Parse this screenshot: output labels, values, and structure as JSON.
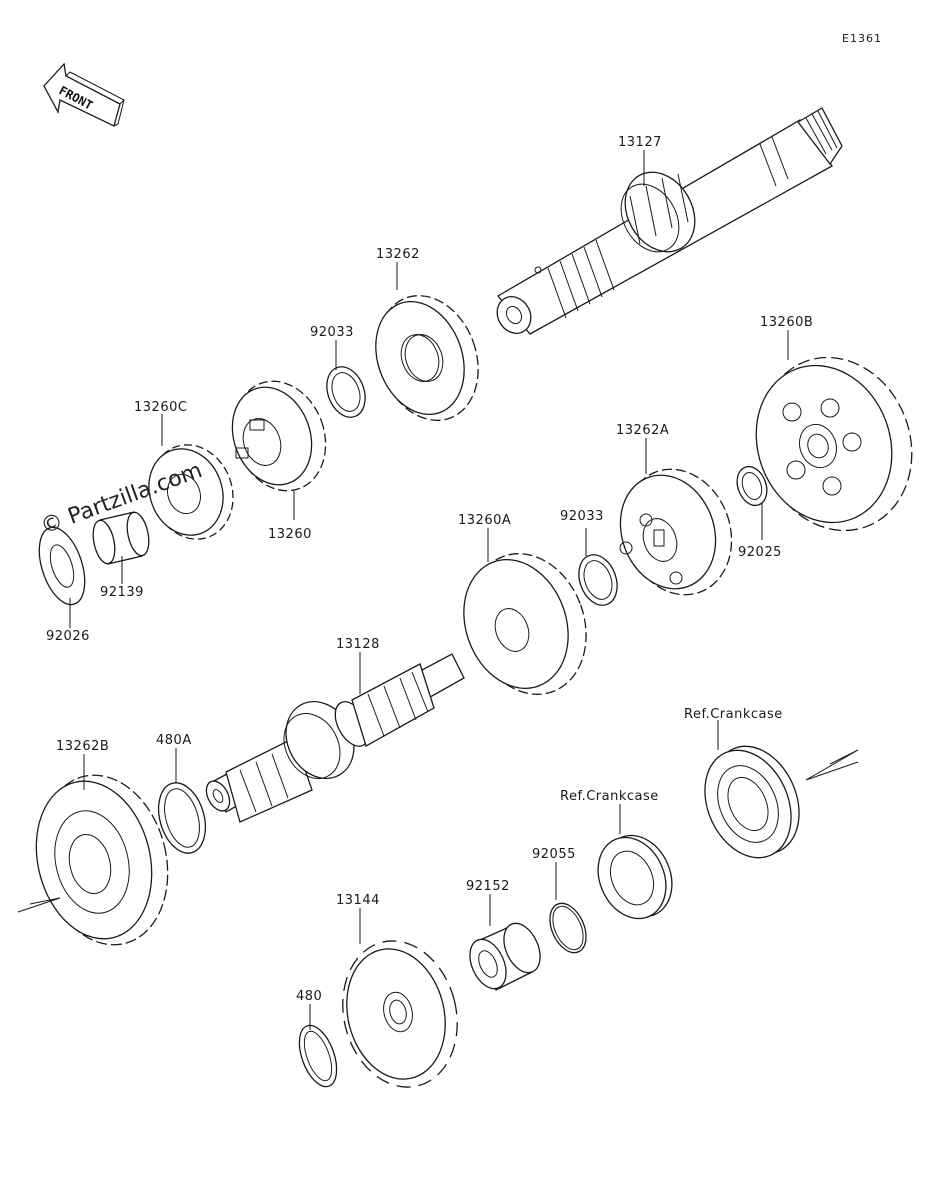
{
  "diagram_code": "E1361",
  "front_label": "FRONT",
  "watermark": "© Partzilla.com",
  "parts": [
    {
      "id": "p13127",
      "label": "13127"
    },
    {
      "id": "p13262",
      "label": "13262"
    },
    {
      "id": "p92033a",
      "label": "92033"
    },
    {
      "id": "p13260C",
      "label": "13260C"
    },
    {
      "id": "p13260",
      "label": "13260"
    },
    {
      "id": "p92026",
      "label": "92026"
    },
    {
      "id": "p92139",
      "label": "92139"
    },
    {
      "id": "p13260B",
      "label": "13260B"
    },
    {
      "id": "p13262A",
      "label": "13262A"
    },
    {
      "id": "p92033b",
      "label": "92033"
    },
    {
      "id": "p92025",
      "label": "92025"
    },
    {
      "id": "p13260A",
      "label": "13260A"
    },
    {
      "id": "p13128",
      "label": "13128"
    },
    {
      "id": "p13262B",
      "label": "13262B"
    },
    {
      "id": "p480A",
      "label": "480A"
    },
    {
      "id": "pRefCrank1",
      "label": "Ref.Crankcase"
    },
    {
      "id": "pRefCrank2",
      "label": "Ref.Crankcase"
    },
    {
      "id": "p92055",
      "label": "92055"
    },
    {
      "id": "p92152",
      "label": "92152"
    },
    {
      "id": "p13144",
      "label": "13144"
    },
    {
      "id": "p480",
      "label": "480"
    }
  ]
}
